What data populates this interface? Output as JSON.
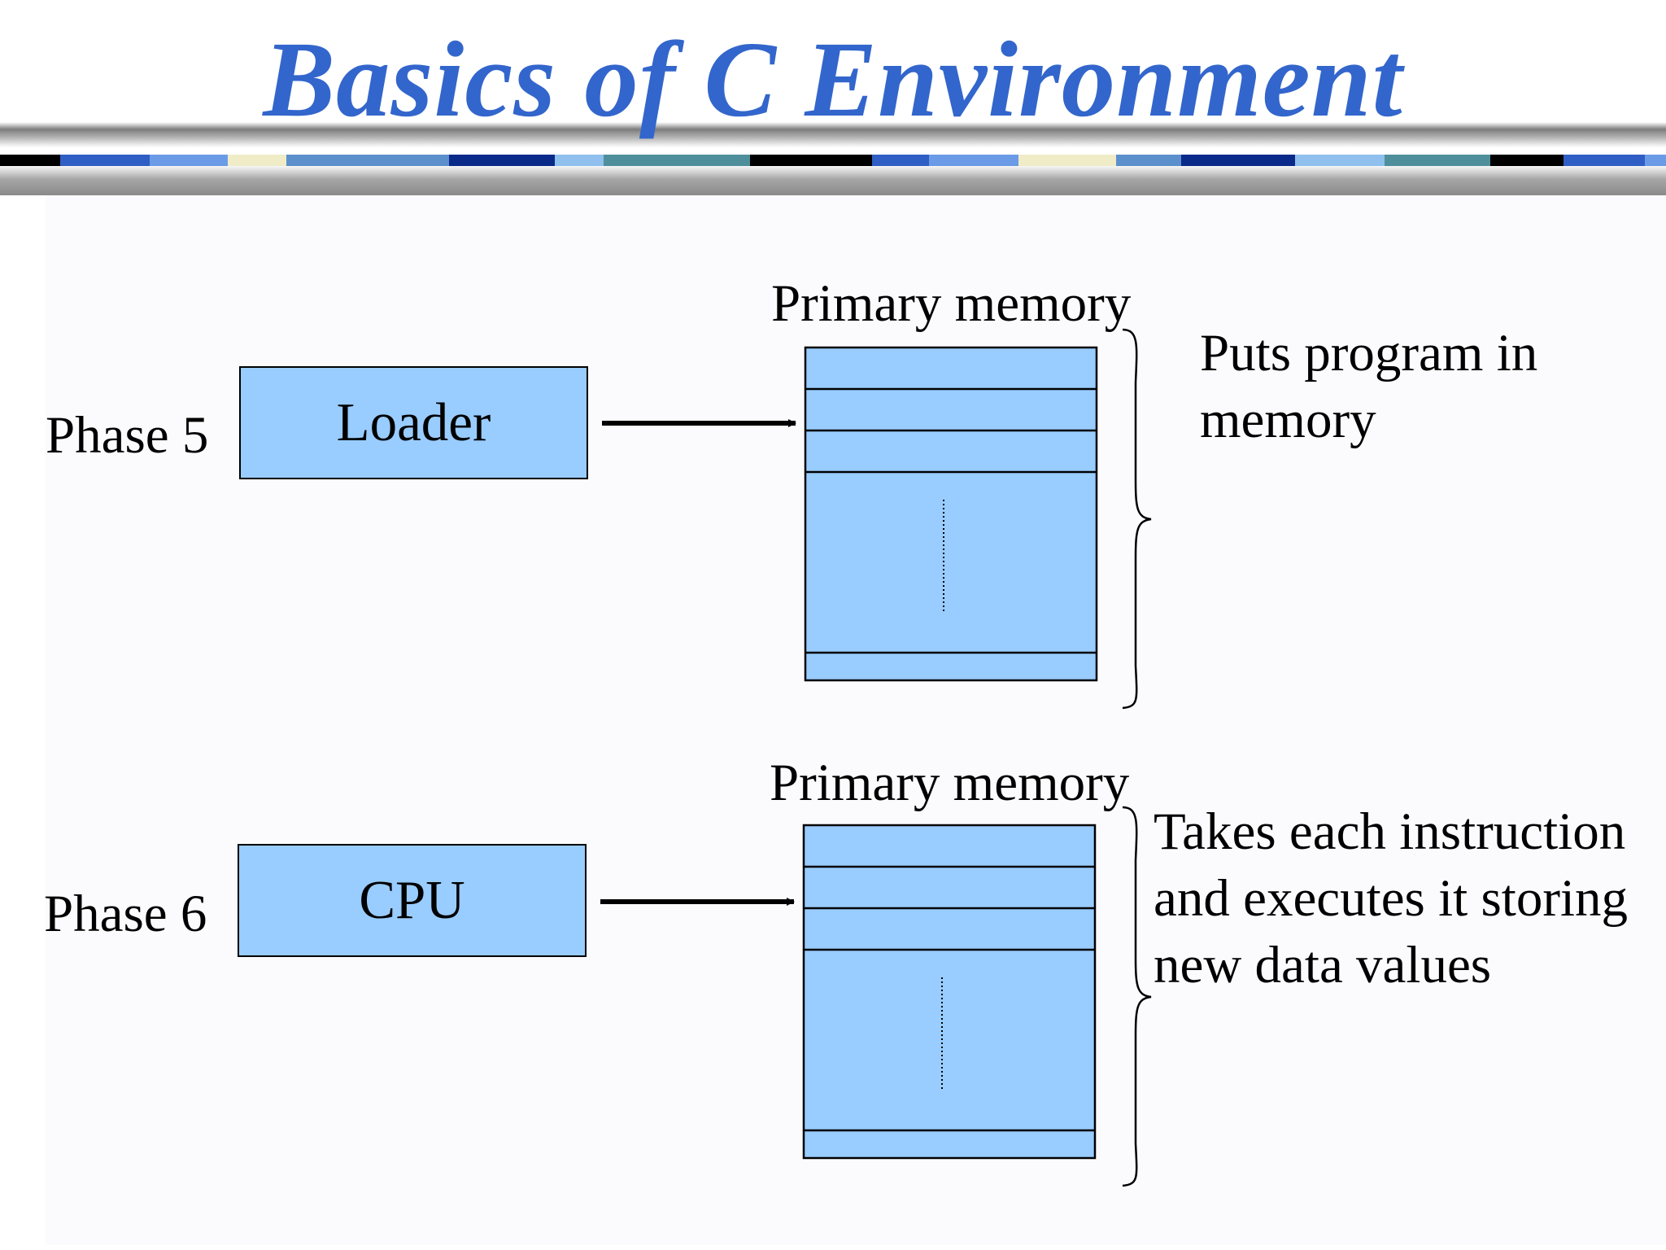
{
  "title": "Basics of C Environment",
  "colors": {
    "title": "#3366cc",
    "box_fill": "#99ccff",
    "stripe": [
      "#000000",
      "#2f5ec4",
      "#6b9be6",
      "#f0ecc8",
      "#5b90cc",
      "#0a2a8a",
      "#8fc0ee",
      "#4f8f9c"
    ]
  },
  "phases": [
    {
      "phase_label": "Phase 5",
      "component": "Loader",
      "memory_label": "Primary memory",
      "description": [
        "Puts program in",
        "memory"
      ]
    },
    {
      "phase_label": "Phase 6",
      "component": "CPU",
      "memory_label": "Primary memory",
      "description": [
        "Takes each instruction",
        "and executes it storing",
        "new data values"
      ]
    }
  ]
}
